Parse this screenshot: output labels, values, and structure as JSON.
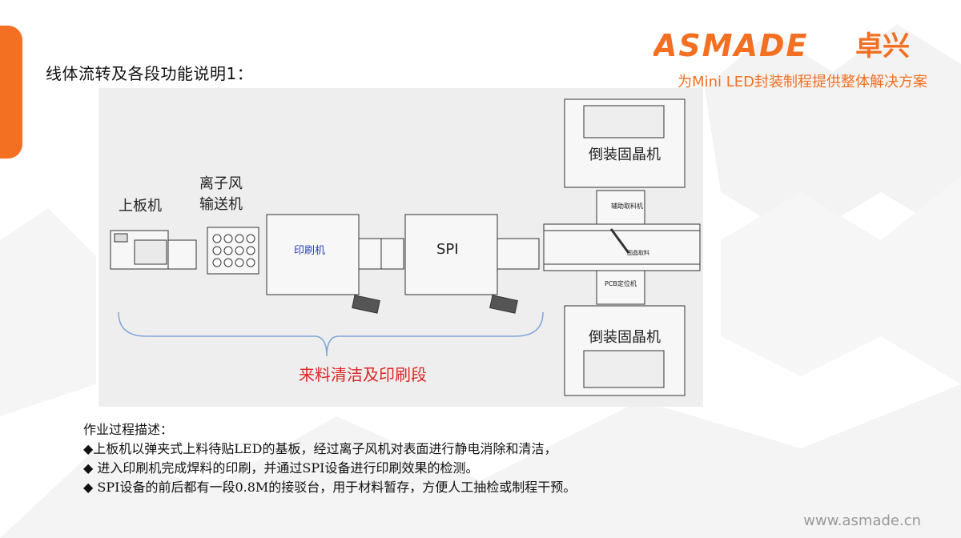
{
  "header": {
    "title": "线体流转及各段功能说明1：",
    "logo_text": "ASMADE",
    "logo_cn": "卓兴",
    "tagline": "为Mini LED封装制程提供整体解决方案"
  },
  "diagram": {
    "labels": {
      "loader": "上板机",
      "ionizer_line1": "离子风",
      "ionizer_line2": "输送机",
      "printer": "印刷机",
      "spi": "SPI",
      "die_bonder_top": "倒装固晶机",
      "die_bonder_bottom": "倒装固晶机",
      "section": "来料清洁及印刷段",
      "small_top": "辅助取料机",
      "small_mid": "固晶取料",
      "small_bottom": "PCB定位机"
    }
  },
  "description": {
    "heading": "作业过程描述：",
    "bullets": [
      "◆上板机以弹夹式上料待贴LED的基板，经过离子风机对表面进行静电消除和清洁，",
      "◆ 进入印刷机完成焊料的印刷，并通过SPI设备进行印刷效果的检测。",
      "◆ SPI设备的前后都有一段0.8M的接驳台，用于材料暂存，方便人工抽检或制程干预。"
    ]
  },
  "footer": {
    "url": "www.asmade.cn"
  },
  "colors": {
    "accent": "#f36f21",
    "section_text": "#e02424",
    "printer_text": "#2a3fbf"
  }
}
